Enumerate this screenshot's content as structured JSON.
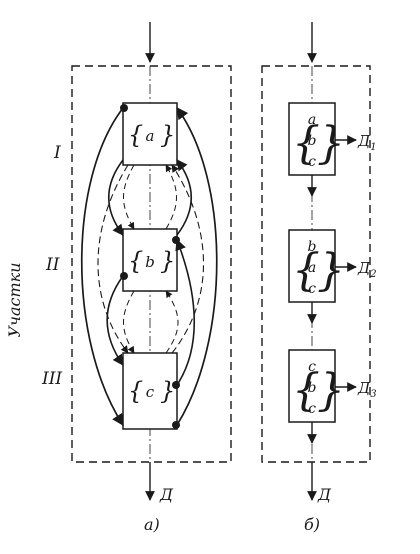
{
  "zones_label": "Участки",
  "zones": [
    "I",
    "II",
    "III"
  ],
  "panel_a": {
    "caption": "а)",
    "output": "Д",
    "blocks": [
      "a",
      "b",
      "c"
    ]
  },
  "panel_b": {
    "caption": "б)",
    "output": "Д",
    "blocks": [
      {
        "letters": [
          "a",
          "b",
          "c"
        ],
        "output": "Д",
        "sub": "1"
      },
      {
        "letters": [
          "b",
          "a",
          "c"
        ],
        "output": "Д",
        "sub": "2"
      },
      {
        "letters": [
          "c",
          "b",
          "c"
        ],
        "output": "Д",
        "sub": "3"
      }
    ]
  }
}
